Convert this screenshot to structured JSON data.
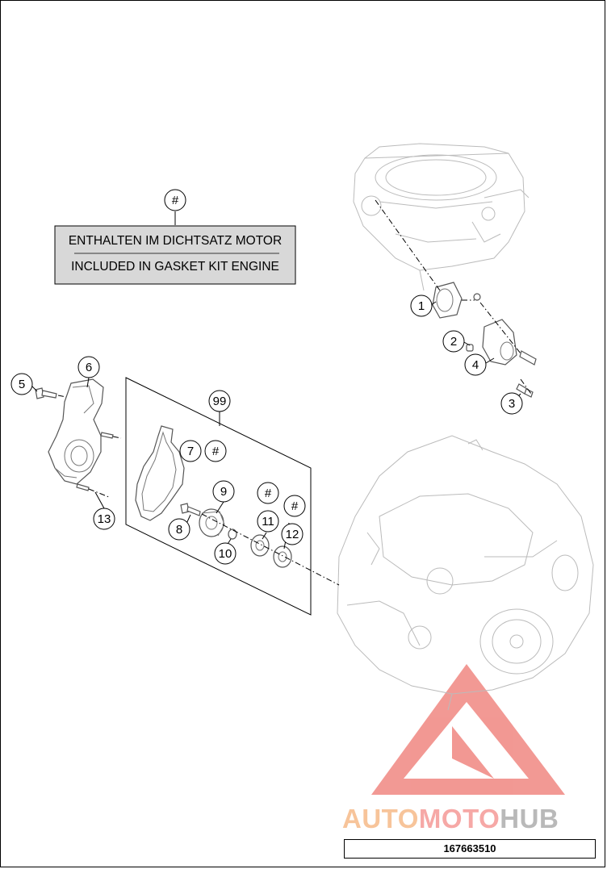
{
  "note": {
    "marker": "#",
    "line_de": "ENTHALTEN IM DICHTSATZ MOTOR",
    "line_en": "INCLUDED IN GASKET KIT ENGINE"
  },
  "callouts": {
    "c1": "1",
    "c2": "2",
    "c3": "3",
    "c4": "4",
    "c5": "5",
    "c6": "6",
    "c7": "7",
    "c7_mark": "#",
    "c8": "8",
    "c9": "9",
    "c10": "10",
    "c11": "11",
    "c11_mark": "#",
    "c12": "12",
    "c12_mark": "#",
    "c13": "13",
    "c99": "99"
  },
  "watermark": {
    "part1": "AUTO",
    "part2": "MOTO",
    "part3": "HUB"
  },
  "drawing_number": "167663510",
  "colors": {
    "watermark_red": "#e8453c",
    "watermark_orange": "#f7c49a",
    "watermark_grey": "#b9b9b9"
  }
}
